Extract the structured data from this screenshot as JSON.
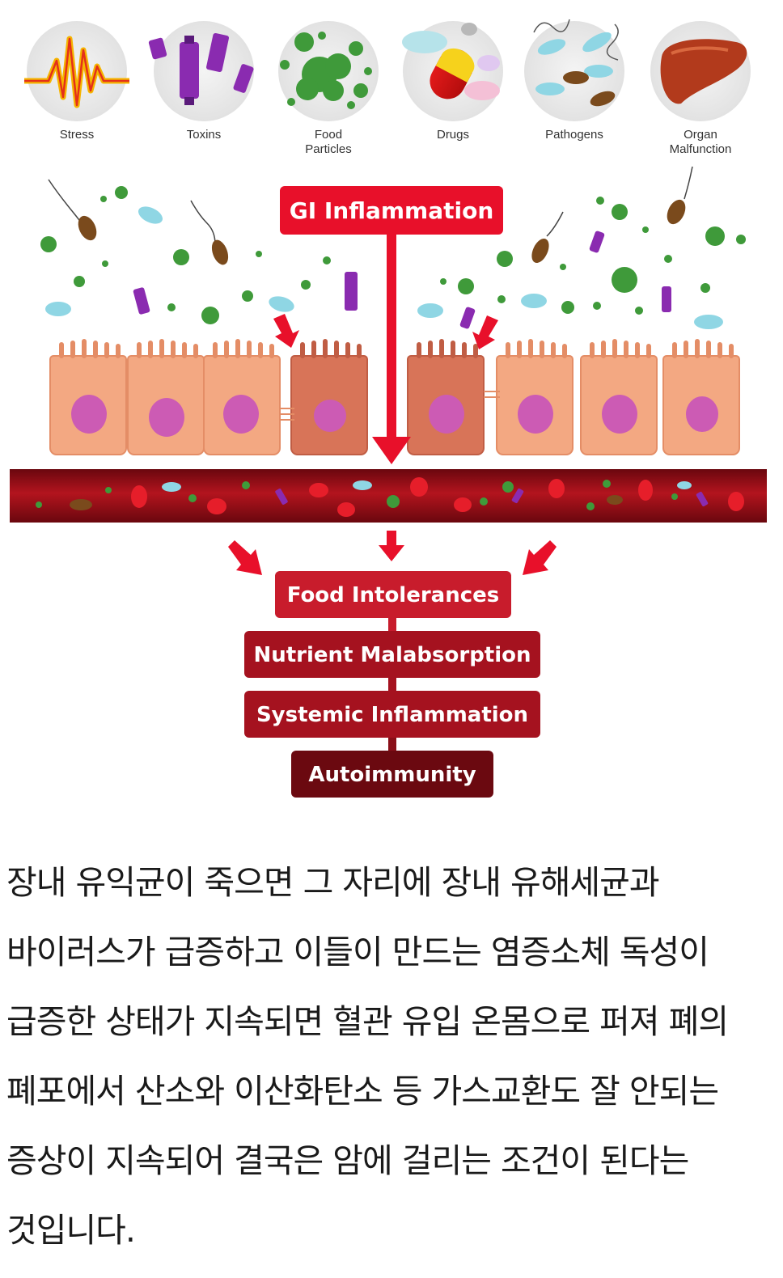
{
  "causes": [
    {
      "label": "Stress",
      "icon": "stress-zigzag-icon"
    },
    {
      "label": "Toxins",
      "icon": "toxin-molecules-icon"
    },
    {
      "label": "Food Particles",
      "icon": "food-particles-icon"
    },
    {
      "label": "Drugs",
      "icon": "pills-capsule-icon"
    },
    {
      "label": "Pathogens",
      "icon": "bacteria-icon"
    },
    {
      "label": "Organ Malfunction",
      "icon": "liver-icon"
    }
  ],
  "gi_label": "GI Inflammation",
  "cascade": [
    "Food Intolerances",
    "Nutrient Malabsorption",
    "Systemic Inflammation",
    "Autoimmunity"
  ],
  "colors": {
    "accent_red": "#e8102a",
    "cell_fill": "#f3a882",
    "damaged_cell": "#d87458",
    "nucleus": "#cc5bb4",
    "vessel": "#9e1019",
    "box_1": "#c81c2c",
    "box_2": "#a5121f",
    "box_3": "#a5121f",
    "box_4": "#6b0910"
  },
  "caption": "장내 유익균이 죽으면 그 자리에 장내 유해세균과 바이러스가 급증하고 이들이 만드는 염증소체 독성이 급증한 상태가 지속되면 혈관 유입 온몸으로 퍼져 폐의 폐포에서 산소와 이산화탄소 등 가스교환도 잘 안되는 증상이 지속되어 결국은 암에 걸리는 조건이 된다는 것입니다."
}
